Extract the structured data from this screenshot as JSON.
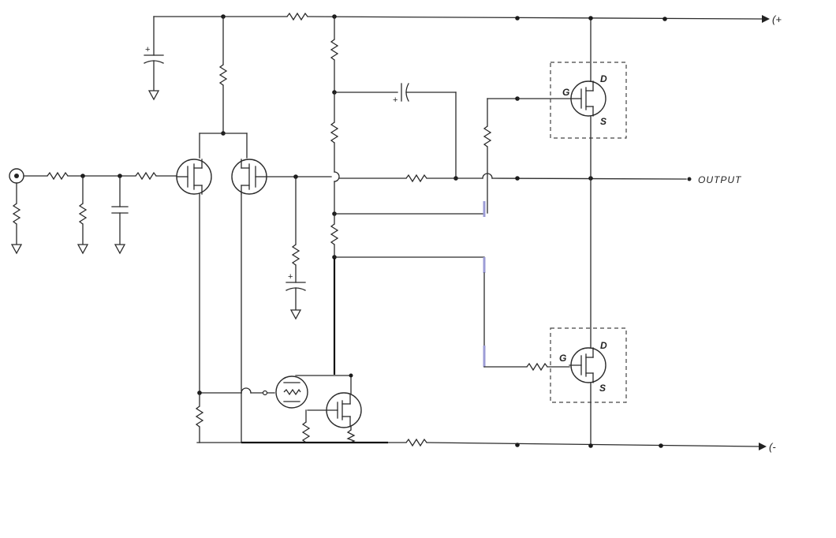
{
  "labels": {
    "positive_rail": "(+",
    "negative_rail": "(-",
    "output": "OUTPUT"
  },
  "upper_mosfet": {
    "gate": "G",
    "drain": "D",
    "source": "S"
  },
  "lower_mosfet": {
    "gate": "G",
    "drain": "D",
    "source": "S"
  },
  "capacitor_polarity": "+",
  "colors": {
    "wire": "#2b2b2b",
    "highlight_wire": "#9c9cd6",
    "background": "#ffffff"
  }
}
